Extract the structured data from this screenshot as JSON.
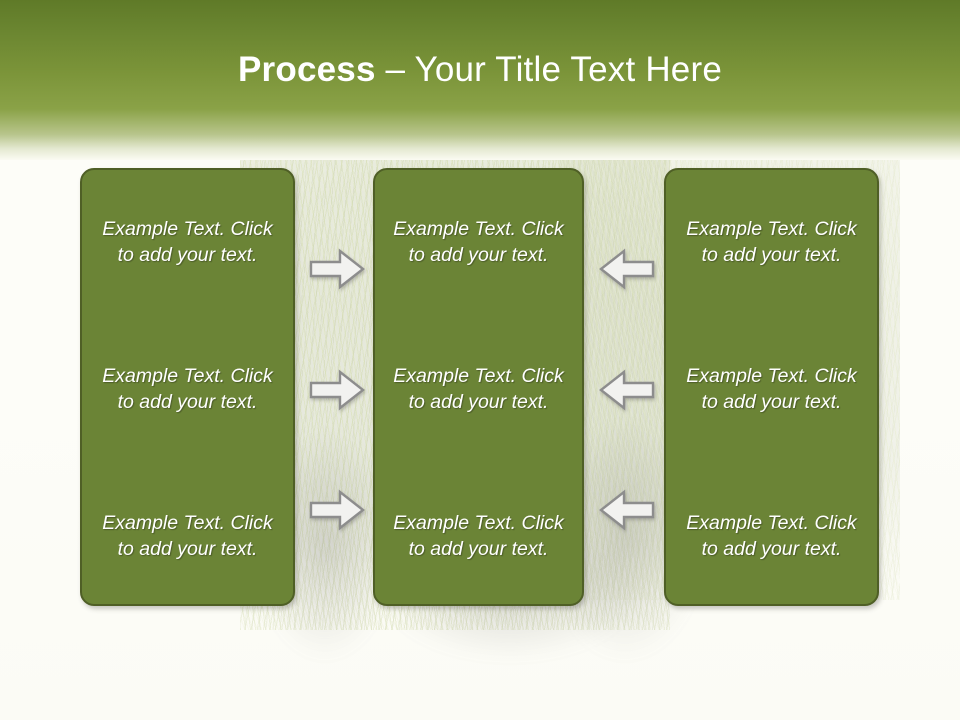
{
  "slide": {
    "title_bold": "Process",
    "title_rest": " – Your Title Text Here",
    "colors": {
      "header_top": "#5f7a28",
      "header_mid": "#8aa247",
      "box_fill": "#6b8436",
      "box_border": "#4f5f26",
      "text": "#ffffff",
      "arrow_fill": "#f0f0ee",
      "arrow_border": "#8e8e8e",
      "background": "#fbfbf6"
    }
  },
  "columns": [
    {
      "name": "column-left",
      "steps": [
        "Example Text. Click  to add your text.",
        "Example Text. Click  to add your text.",
        "Example Text. Click  to add your text."
      ]
    },
    {
      "name": "column-center",
      "steps": [
        "Example Text. Click  to add your text.",
        "Example Text. Click  to add your text.",
        "Example Text. Click  to add your text."
      ]
    },
    {
      "name": "column-right",
      "steps": [
        "Example Text. Click  to add your text.",
        "Example Text. Click  to add your text.",
        "Example Text. Click  to add your text."
      ]
    }
  ],
  "connectors": [
    {
      "name": "arrow-right-1",
      "direction": "right",
      "icon": "arrow-right-icon"
    },
    {
      "name": "arrow-right-2",
      "direction": "right",
      "icon": "arrow-right-icon"
    },
    {
      "name": "arrow-right-3",
      "direction": "right",
      "icon": "arrow-right-icon"
    },
    {
      "name": "arrow-left-1",
      "direction": "left",
      "icon": "arrow-left-icon"
    },
    {
      "name": "arrow-left-2",
      "direction": "left",
      "icon": "arrow-left-icon"
    },
    {
      "name": "arrow-left-3",
      "direction": "left",
      "icon": "arrow-left-icon"
    }
  ]
}
